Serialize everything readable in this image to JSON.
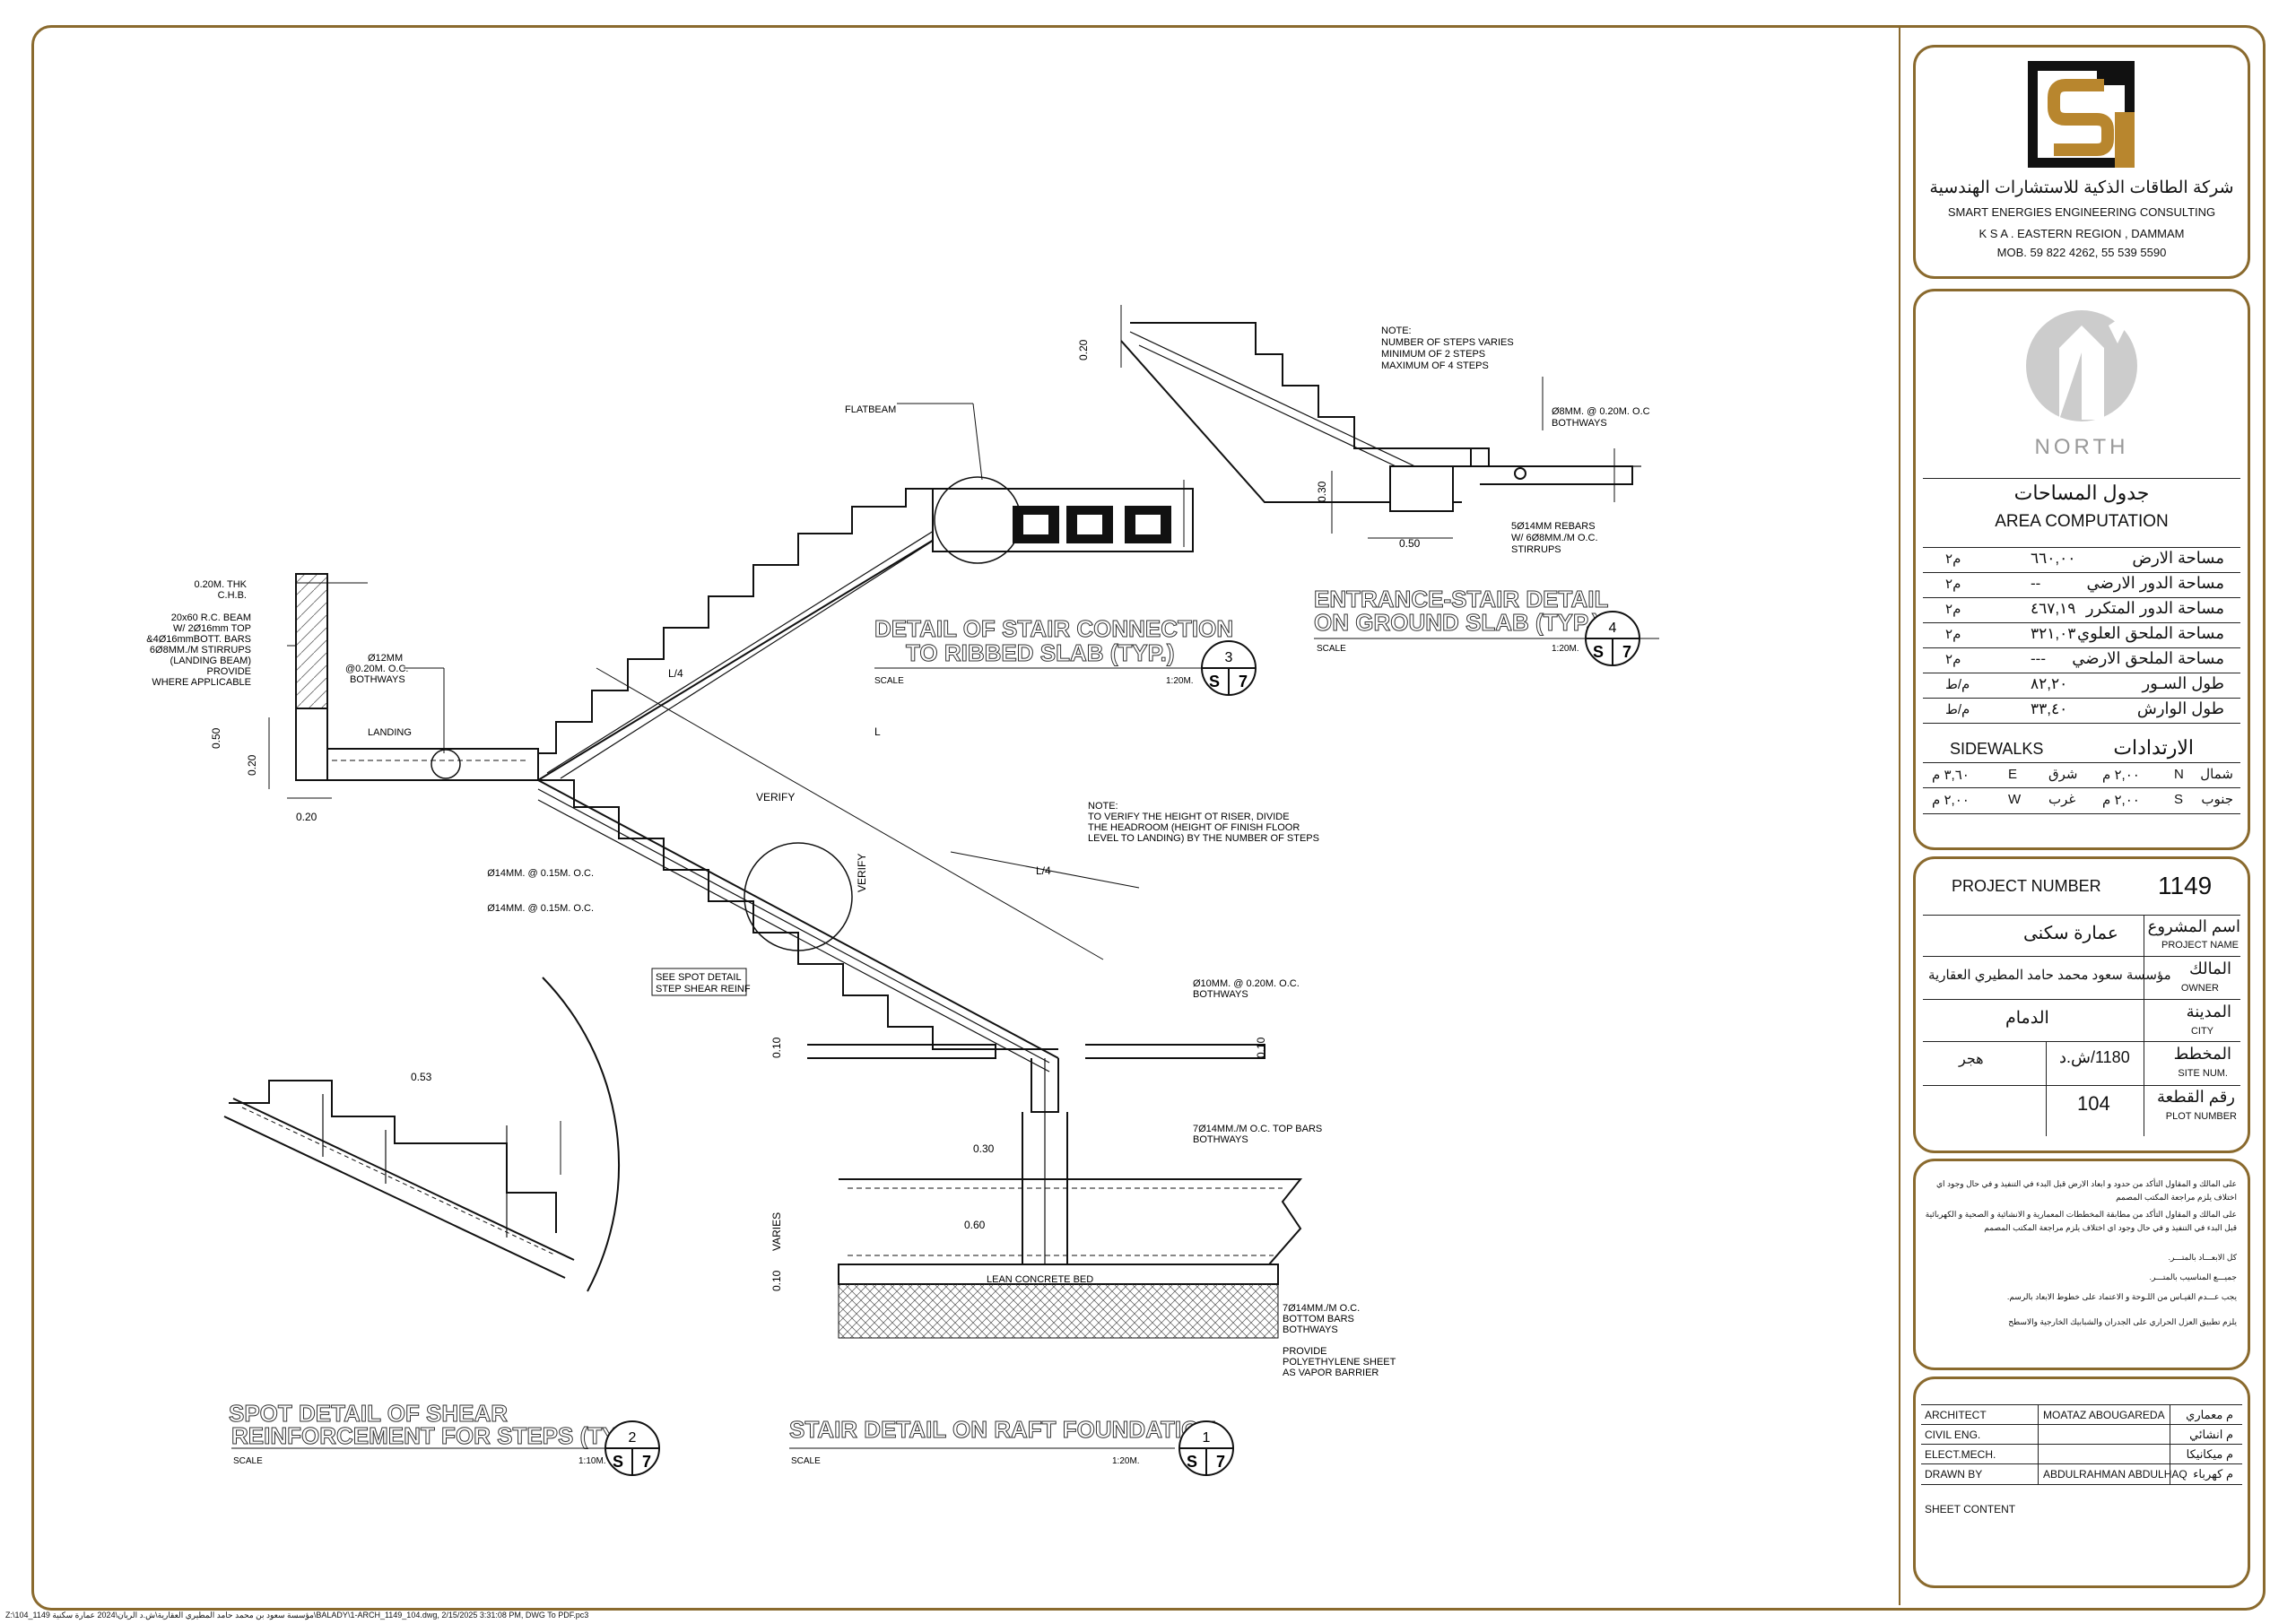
{
  "company": {
    "name_ar": "شركة الطاقات الذكية للاستشارات الهندسية",
    "name_en": "SMART ENERGIES ENGINEERING CONSULTING",
    "address": "K S A . EASTERN REGION , DAMMAM",
    "mobile": "MOB. 59 822 4262, 55 539 5590"
  },
  "north": {
    "label": "NORTH"
  },
  "area_table": {
    "title_ar": "جدول المساحات",
    "title_en": "AREA COMPUTATION",
    "rows": [
      {
        "label": "مساحة الارض",
        "value": "٦٦٠,٠٠",
        "unit": "م٢"
      },
      {
        "label": "مساحة الدور الارضي",
        "value": "--",
        "unit": "م٢"
      },
      {
        "label": "مساحة الدور المتكرر",
        "value": "٤٦٧,١٩",
        "unit": "م٢"
      },
      {
        "label": "مساحة الملحق العلوي",
        "value": "٣٢١,٠٣",
        "unit": "م٢"
      },
      {
        "label": "مساحة الملحق الارضي",
        "value": "---",
        "unit": "م٢"
      },
      {
        "label": "طول السـور",
        "value": "٨٢,٢٠",
        "unit": "م/ط"
      },
      {
        "label": "طول الوارش",
        "value": "٣٣,٤٠",
        "unit": "م/ط"
      }
    ],
    "sidewalks_en": "SIDEWALKS",
    "sidewalks_ar": "الارتدادات",
    "sidewalks": [
      {
        "dir_ar": "شمال",
        "dir": "N",
        "val": "٢,٠٠ م"
      },
      {
        "dir_ar": "شرق",
        "dir": "E",
        "val": "٣,٦٠ م"
      },
      {
        "dir_ar": "جنوب",
        "dir": "S",
        "val": "٢,٠٠ م"
      },
      {
        "dir_ar": "غرب",
        "dir": "W",
        "val": "٢,٠٠ م"
      }
    ]
  },
  "project": {
    "number_label": "PROJECT NUMBER",
    "number": "1149",
    "name_label_ar": "اسم المشروع",
    "name_label_en": "PROJECT NAME",
    "name": "عمارة سكنى",
    "owner_label_ar": "المالك",
    "owner_label_en": "OWNER",
    "owner": "مؤسسة سعود محمد حامد المطيري العقارية",
    "city_label_ar": "المدينة",
    "city_label_en": "CITY",
    "city": "الدمام",
    "site_label_ar": "المخطط",
    "site_label_en": "SITE NUM.",
    "site_num": "1180/ش.د",
    "site_name": "هجر",
    "plot_label_ar": "رقم القطعة",
    "plot_label_en": "PLOT NUMBER",
    "plot": "104"
  },
  "notes": [
    "على المالك و المقاول التأكد من حدود و ابعاد الارض قبل البدء في التنفيذ و في حال وجود اي اختلاف يلزم مراجعة المكتب المصمم",
    "على المالك و المقاول التأكد من مطابقة المخططات المعمارية و الانشائية و الصحية و الكهربائية قبل البدء في التنفيذ و في حال وجود اي اختلاف يلزم مراجعة المكتب المصمم",
    "كل الابعـــاد بالمتـــر.",
    "جميـــع المناسيب بالمتـــر.",
    "يجب عـــدم القيـاس من اللـوحة و الاعتماد على خطوط الابعاد بالرسم.",
    "يلزم تطبيق العزل الحراري على الجدران والشبابيك الخارجية والاسطح"
  ],
  "team": [
    {
      "role_en": "ARCHITECT",
      "name": "MOATAZ ABOUGAREDA",
      "role_ar": "م معماري"
    },
    {
      "role_en": "CIVIL ENG.",
      "name": "",
      "role_ar": "م انشائي"
    },
    {
      "role_en": "ELECT.MECH.",
      "name": "",
      "role_ar": "م ميكانيكا"
    },
    {
      "role_en": "DRAWN BY",
      "name": "ABDULRAHMAN ABDULHAQ",
      "role_ar": "م كهرباء"
    }
  ],
  "sheet_content_label": "SHEET CONTENT",
  "footer_path": "Z:\\104_مؤسسة سعود بن محمد حامد المطيري العقارية\\ش.د الريان\\2024 عمارة سكنية 1149\\BALADY\\1-ARCH_1149_104.dwg, 2/15/2025 3:31:08 PM, DWG To PDF.pc3",
  "details": {
    "d3": {
      "title1": "DETAIL OF STAIR CONNECTION",
      "title2": "TO RIBBED SLAB (TYP.)",
      "scale_label": "SCALE",
      "scale": "1:20M.",
      "num": "3",
      "sheet": "S",
      "sheet_no": "7"
    },
    "d4": {
      "title1": "ENTRANCE-STAIR DETAIL",
      "title2": "ON GROUND SLAB (TYP.)",
      "scale_label": "SCALE",
      "scale": "1:20M.",
      "num": "4",
      "sheet": "S",
      "sheet_no": "7"
    },
    "d2": {
      "title1": "SPOT DETAIL OF SHEAR",
      "title2": "REINFORCEMENT FOR STEPS (TYP.)",
      "scale_label": "SCALE",
      "scale": "1:10M.",
      "num": "2",
      "sheet": "S",
      "sheet_no": "7"
    },
    "d1": {
      "title1": "STAIR DETAIL ON RAFT FOUNDATION",
      "scale_label": "SCALE",
      "scale": "1:20M.",
      "num": "1",
      "sheet": "S",
      "sheet_no": "7"
    }
  },
  "labels": {
    "flatbeam": "FLATBEAM",
    "note4_1": "NOTE:",
    "note4_2": "NUMBER OF STEPS VARIES",
    "note4_3": "MINIMUM OF 2 STEPS",
    "note4_4": "MAXIMUM OF 4 STEPS",
    "d4_bar1": "Ø8MM. @ 0.20M. O.C",
    "d4_bar2": "BOTHWAYS",
    "d4_reb1": "5Ø14MM REBARS",
    "d4_reb2": "W/ 6Ø8MM./M O.C.",
    "d4_reb3": "STIRRUPS",
    "dim_050": "0.50",
    "dim_030": "0.30",
    "dim_020": "0.20",
    "dim_010": "0.10",
    "dim_053": "0.53",
    "dim_060": "0.60",
    "chb1": "0.20M. THK",
    "chb2": "C.H.B.",
    "beam1": "20x60 R.C. BEAM",
    "beam2": "W/ 2Ø16mm TOP",
    "beam3": "&4Ø16mmBOTT. BARS",
    "beam4": "6Ø8MM./M STIRRUPS",
    "beam5": "(LANDING BEAM)",
    "beam6": "PROVIDE",
    "beam7": "WHERE APPLICABLE",
    "bar12a": "Ø12MM",
    "bar12b": "@0.20M. O.C.",
    "bar12c": "BOTHWAYS",
    "landing": "LANDING",
    "l4": "L/4",
    "l": "L",
    "verify": "VERIFY",
    "bar14a": "Ø14MM. @ 0.15M. O.C.",
    "bar14b": "Ø14MM. @ 0.15M. O.C.",
    "spot1": "SEE SPOT DETAIL",
    "spot2": "STEP SHEAR REINF",
    "note1_1": "NOTE:",
    "note1_2": "TO VERIFY THE HEIGHT OT RISER, DIVIDE",
    "note1_3": "THE HEADROOM (HEIGHT OF FINISH FLOOR",
    "note1_4": "LEVEL TO LANDING) BY THE NUMBER OF STEPS",
    "bar10a": "Ø10MM. @ 0.20M. O.C.",
    "bar10b": "BOTHWAYS",
    "top1": "7Ø14MM./M O.C. TOP BARS",
    "top2": "BOTHWAYS",
    "varies": "VARIES",
    "lean": "LEAN CONCRETE BED",
    "bot1": "7Ø14MM./M O.C.",
    "bot2": "BOTTOM BARS",
    "bot3": "BOTHWAYS",
    "poly1": "PROVIDE",
    "poly2": "POLYETHYLENE SHEET",
    "poly3": "AS VAPOR BARRIER"
  }
}
